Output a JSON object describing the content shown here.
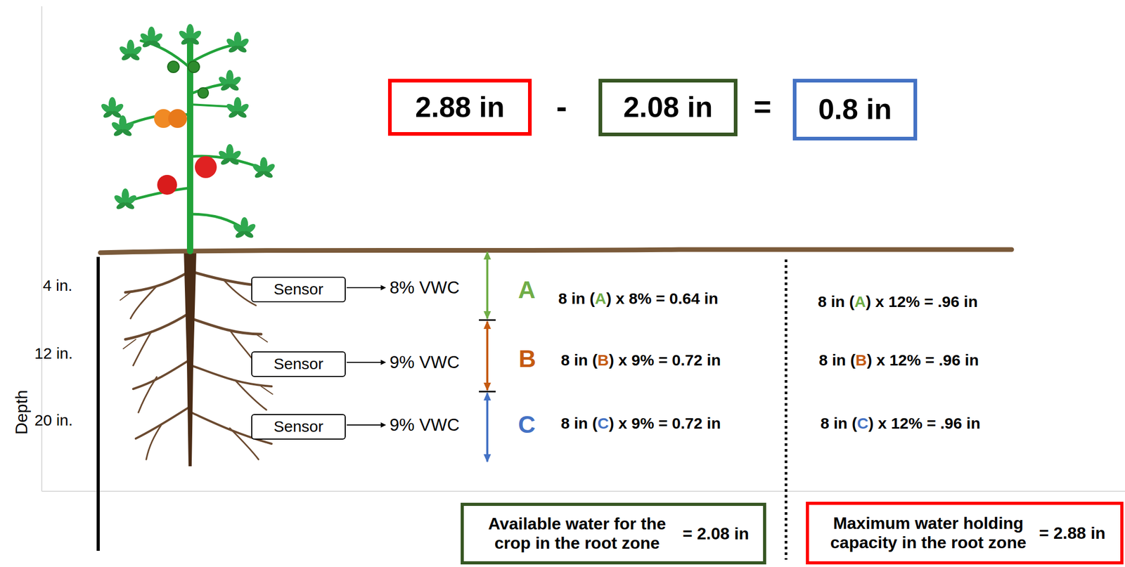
{
  "diagram": {
    "nodes": [
      {
        "text": [
          "2.88 in"
        ]
      },
      {
        "text": [
          "2.08 in"
        ]
      },
      {
        "text": [
          "0.8 in"
        ]
      },
      {
        "text": [
          "Sensor"
        ]
      },
      {
        "text": [
          "Sensor"
        ]
      },
      {
        "text": [
          "Sensor"
        ]
      },
      {
        "text": [
          "Available water for the crop in the root zone",
          "= 2.08 in"
        ]
      },
      {
        "text": [
          "Maximum water holding capacity in the root zone",
          "= 2.88 in"
        ]
      }
    ],
    "labels": [
      "-",
      "=",
      "4 in.",
      "12 in.",
      "20 in.",
      "Depth",
      "8% VWC",
      "9% VWC",
      "9% VWC",
      "A",
      "8 in (A) x 8% = 0.64 in",
      "8 in (A) x 12% = .96 in",
      "B",
      "8 in (B) x 9% = 0.72 in",
      "8 in (B) x 12% = .96 in",
      "C",
      "8 in (C) x 9% = 0.72 in",
      "8 in (C) x 12% = .96 in"
    ]
  }
}
